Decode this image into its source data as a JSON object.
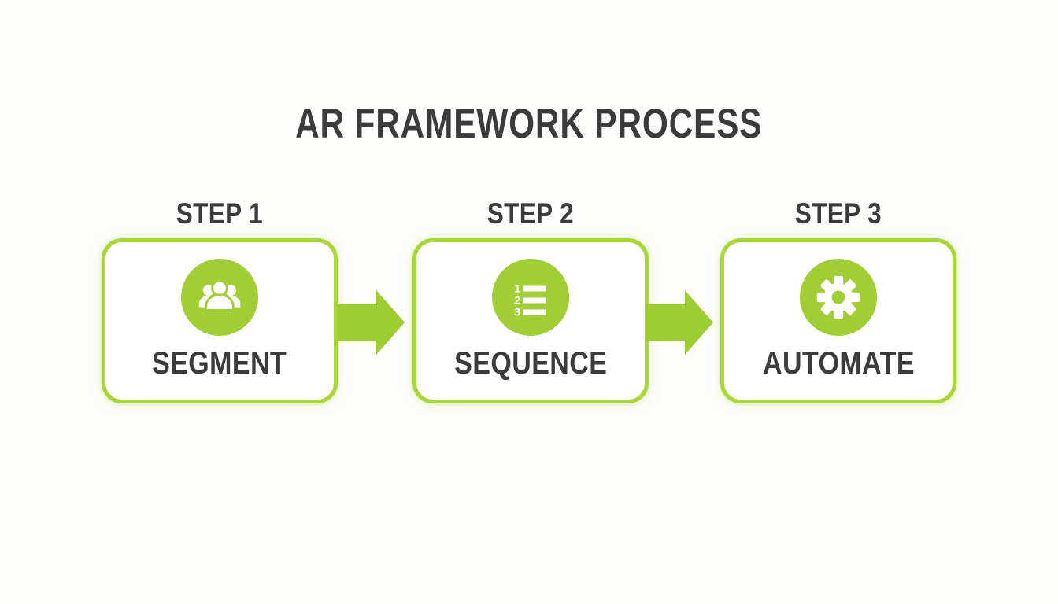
{
  "title": "AR FRAMEWORK PROCESS",
  "colors": {
    "green_primary": "#a1ce35",
    "green_border": "#a9d737",
    "green_arrow": "#9ecd32",
    "text_dark": "#3b3b3b",
    "background": "#fdfdfc"
  },
  "steps": [
    {
      "step_label": "STEP 1",
      "name": "SEGMENT",
      "icon": "users-icon"
    },
    {
      "step_label": "STEP 2",
      "name": "SEQUENCE",
      "icon": "numbered-list-icon"
    },
    {
      "step_label": "STEP 3",
      "name": "AUTOMATE",
      "icon": "gear-icon"
    }
  ],
  "connectors": [
    {
      "icon": "arrow-right-icon"
    },
    {
      "icon": "arrow-right-icon"
    }
  ]
}
